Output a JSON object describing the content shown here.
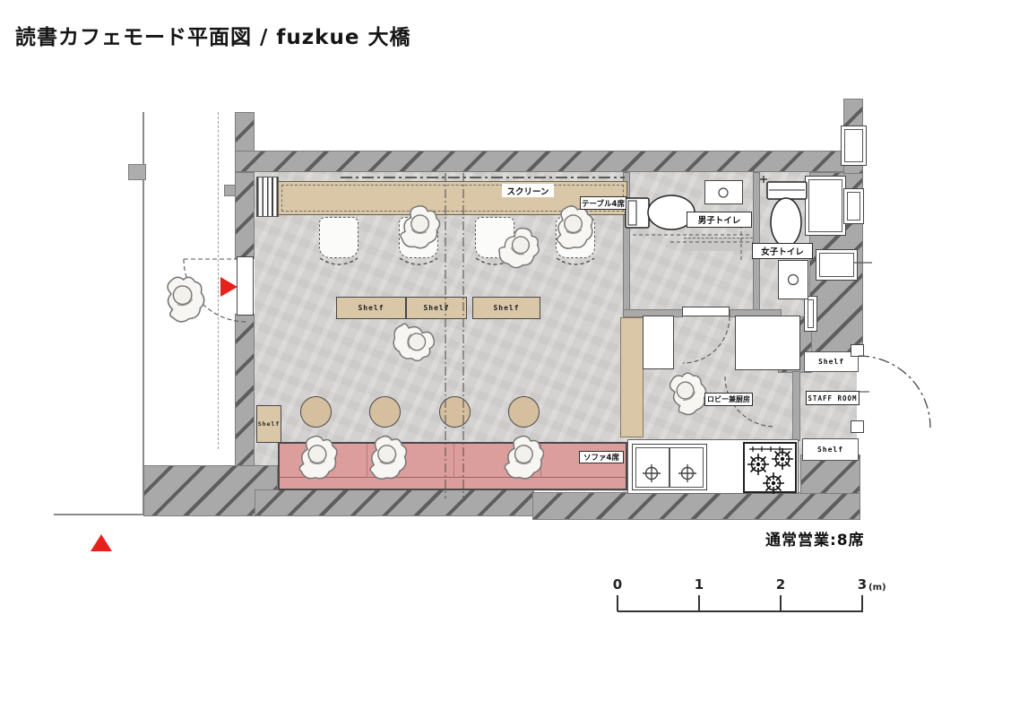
{
  "title": "読書カフェモード平面図 / fuzkue 大橋",
  "labels": {
    "screen": "スクリーン",
    "table_seats": "テーブル4席",
    "mens_toilet": "男子トイレ",
    "womens_toilet": "女子トイレ",
    "lobby_kitchen": "ロビー兼厨房",
    "staff_room": "STAFF ROOM",
    "sofa_seats": "ソファ4席",
    "shelf": "Shelf",
    "capacity_note": "通常営業:8席"
  },
  "scale_bar": {
    "ticks": [
      "0",
      "1",
      "2",
      "3"
    ],
    "unit": "(m)"
  },
  "colors": {
    "wall_gray": "#a9a9a9",
    "wall_hatch": "#5e5e5e",
    "floor_concrete": "#d3d2d0",
    "wood_beige": "#d9c7a8",
    "sofa_pink": "#db9e9c",
    "accent_red": "#e8211d"
  }
}
